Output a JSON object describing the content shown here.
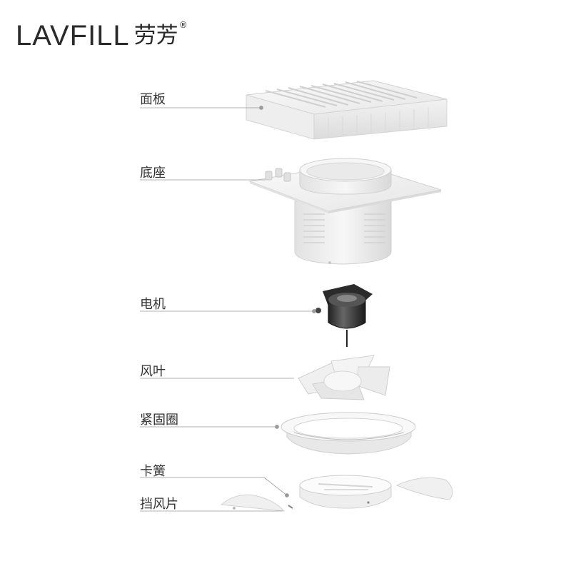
{
  "brand": {
    "name": "LAVFILL",
    "name_cn": "劳芳",
    "mark": "®"
  },
  "parts": [
    {
      "label": "面板"
    },
    {
      "label": "底座"
    },
    {
      "label": "电机"
    },
    {
      "label": "风叶"
    },
    {
      "label": "紧固圈"
    },
    {
      "label": "卡簧"
    },
    {
      "label": "挡风片"
    }
  ]
}
